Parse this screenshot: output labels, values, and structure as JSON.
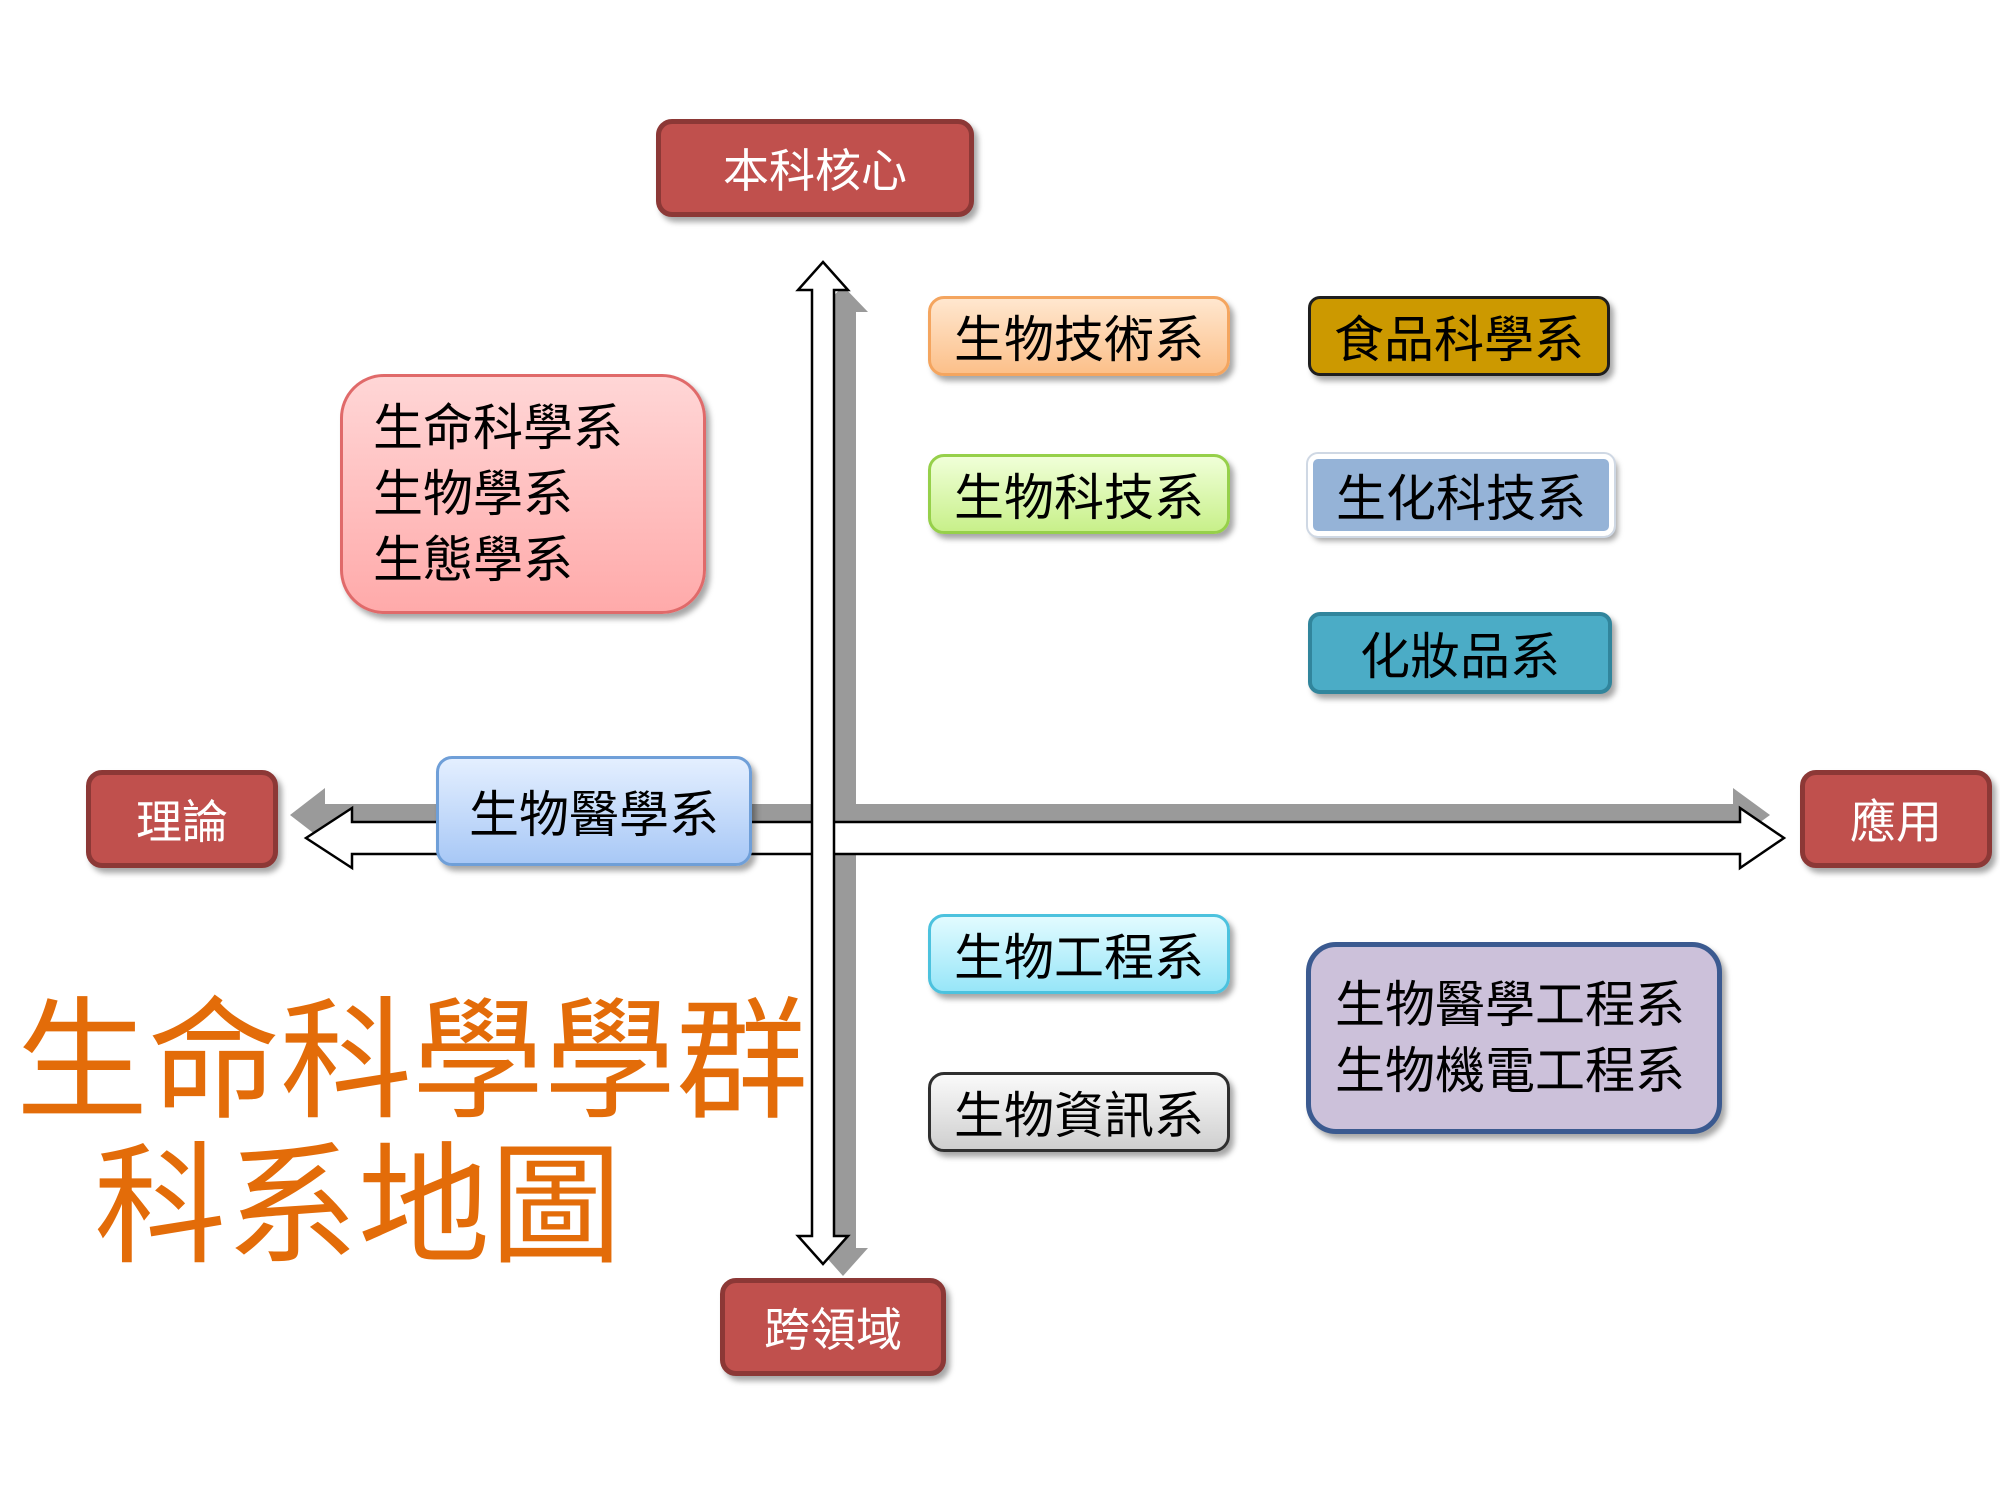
{
  "axes": {
    "core": "本科核心",
    "theory": "理論",
    "applied": "應用",
    "cross_domain": "跨領域"
  },
  "departments": {
    "life_sciences_group": [
      "生命科學系",
      "生物學系",
      "生態學系"
    ],
    "biotechnology_tech": "生物技術系",
    "food_science": "食品科學系",
    "biotechnology_sci": "生物科技系",
    "biochemical_tech": "生化科技系",
    "cosmetics": "化妝品系",
    "biomedical_science": "生物醫學系",
    "bioengineering": "生物工程系",
    "bioinformatics": "生物資訊系",
    "engineering_group": [
      "生物醫學工程系",
      "生物機電工程系"
    ]
  },
  "title": {
    "line1": "生命科學學群",
    "line2": "科系地圖"
  },
  "colors": {
    "axis_box": "#c0504d",
    "title": "#e36c09",
    "arrow_shadow": "#9a9a9a"
  }
}
